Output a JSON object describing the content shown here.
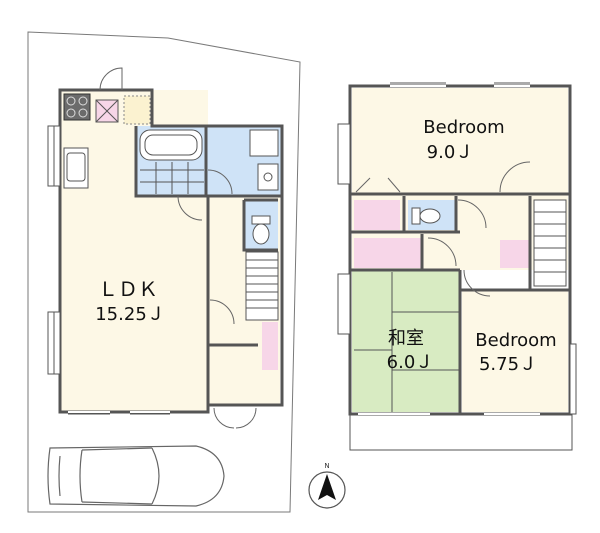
{
  "colors": {
    "floor": "#fdf8e6",
    "bath": "#cfe3f7",
    "closet": "#f7d6e8",
    "washitsu": "#d8ebc2",
    "wall": "#555555",
    "lot_line": "#7a7a7a"
  },
  "rooms": {
    "ldk": {
      "name": "ＬＤＫ",
      "size": "15.25Ｊ"
    },
    "bedroom_top": {
      "name": "Bedroom",
      "size": "9.0Ｊ"
    },
    "washitsu": {
      "name": "和室",
      "size": "6.0Ｊ"
    },
    "bedroom_right": {
      "name": "Bedroom",
      "size": "5.75Ｊ"
    }
  },
  "compass": {
    "north_label": "N",
    "icon": "north-arrow-icon"
  },
  "icons": [
    "kitchen-stove-icon",
    "sink-icon",
    "bathtub-icon",
    "toilet-icon",
    "washbasin-icon",
    "car-icon",
    "stairs-icon"
  ]
}
